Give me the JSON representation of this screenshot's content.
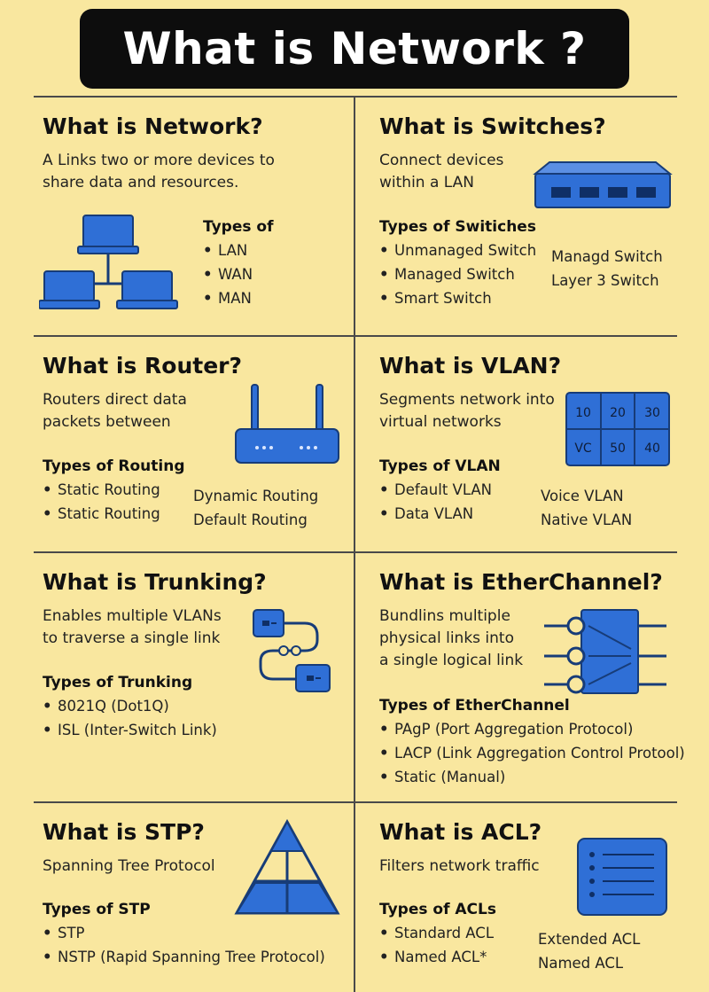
{
  "title": "What is Network ?",
  "network": {
    "heading": "What is Network?",
    "desc_lines": [
      "A Links two or more devices to",
      "share data and resources."
    ],
    "types_heading": "Types of",
    "types": [
      "LAN",
      "WAN",
      "MAN"
    ],
    "icon": "network-tree-icon"
  },
  "switches": {
    "heading": "What is Switches?",
    "desc_lines": [
      "Connect devices",
      "within a LAN"
    ],
    "types_heading": "Types of Switiches",
    "types_left": [
      "Unmanaged Switch",
      "Managed Switch",
      "Smart Switch"
    ],
    "types_right": [
      "Managd Switch",
      "Layer 3 Switch"
    ],
    "icon": "switch-icon"
  },
  "router": {
    "heading": "What is Router?",
    "desc_lines": [
      "Routers direct data",
      "packets between"
    ],
    "types_heading": "Types of Routing",
    "types_left": [
      "Static Routing",
      "Static Routing"
    ],
    "types_right": [
      "Dynamic Routing",
      "Default Routing"
    ],
    "icon": "router-icon"
  },
  "vlan": {
    "heading": "What is VLAN?",
    "desc_lines": [
      "Segments network into",
      "virtual networks"
    ],
    "types_heading": "Types of VLAN",
    "types_left": [
      "Default VLAN",
      "Data VLAN"
    ],
    "types_right": [
      "Voice VLAN",
      "Native VLAN"
    ],
    "grid_labels": [
      "10",
      "20",
      "30",
      "VC",
      "50",
      "40"
    ],
    "icon": "vlan-grid-icon"
  },
  "trunking": {
    "heading": "What is Trunking?",
    "desc_lines": [
      "Enables multiple VLANs",
      "to traverse a single link"
    ],
    "types_heading": "Types of Trunking",
    "types": [
      "8021Q (Dot1Q)",
      "ISL (Inter-Switch Link)"
    ],
    "icon": "trunk-link-icon"
  },
  "etherchannel": {
    "heading": "What is EtherChannel?",
    "desc_lines": [
      "Bundlins multiple",
      "physical links into",
      "a single logical link"
    ],
    "types_heading": "Types of EtherChannel",
    "types": [
      "PAgP (Port Aggregation Protocol)",
      "LACP (Link Aggregation Control Protool)",
      "Static (Manual)"
    ],
    "icon": "etherchannel-bundle-icon"
  },
  "stp": {
    "heading": "What is STP?",
    "desc_lines": [
      "Spanning Tree Protocol"
    ],
    "types_heading": "Types of STP",
    "types": [
      "STP",
      "NSTP (Rapid Spanning Tree Protocol)"
    ],
    "icon": "pyramid-icon"
  },
  "acl": {
    "heading": "What is ACL?",
    "desc_lines": [
      "Filters network traffic"
    ],
    "types_heading": "Types of ACLs",
    "types_left": [
      "Standard ACL",
      "Named ACL*"
    ],
    "types_right": [
      "Extended ACL",
      "Named ACL"
    ],
    "icon": "acl-list-icon"
  },
  "colors": {
    "background": "#f9e79f",
    "title_bar": "#0d0d0d",
    "icon_blue": "#2f6fd6",
    "icon_outline": "#173c78"
  }
}
